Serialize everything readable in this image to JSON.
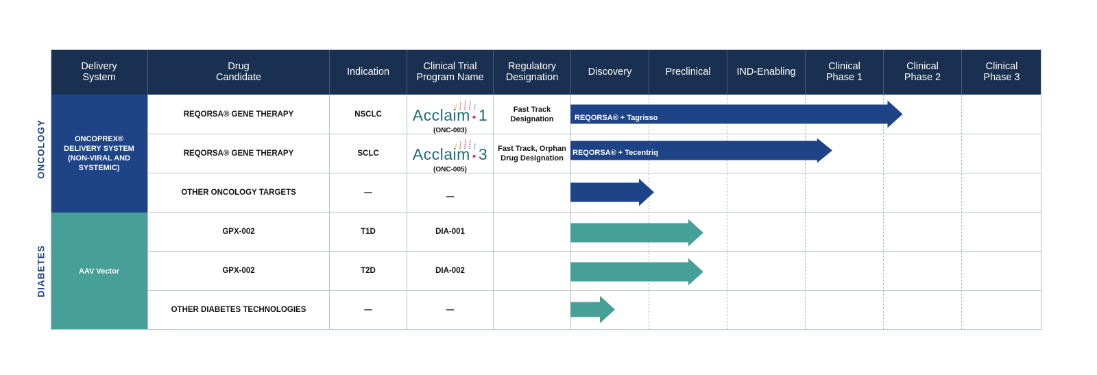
{
  "header": {
    "delivery": "Delivery\nSystem",
    "drug": "Drug\nCandidate",
    "indication": "Indication",
    "trial": "Clinical Trial\nProgram Name",
    "regulatory": "Regulatory\nDesignation",
    "discovery": "Discovery",
    "preclinical": "Preclinical",
    "ind": "IND-Enabling",
    "phase1": "Clinical\nPhase 1",
    "phase2": "Clinical\nPhase 2",
    "phase3": "Clinical\nPhase 3"
  },
  "groups": {
    "oncology": {
      "side_label": "ONCOLOGY",
      "delivery": "ONCOPREX®\nDELIVERY SYSTEM\n(NON-VIRAL AND\nSYSTEMIC)"
    },
    "diabetes": {
      "side_label": "DIABETES",
      "delivery": "AAV Vector"
    }
  },
  "rows": [
    {
      "drug": "REQORSA® GENE THERAPY",
      "indication": "NSCLC",
      "trial_logo": "Acclaim",
      "trial_num": "1",
      "trial_code": "(ONC-003)",
      "regulatory": "Fast Track\nDesignation",
      "arrow_label": "REQORSA® + Tagrisso",
      "progress_stage": 4.25
    },
    {
      "drug": "REQORSA® GENE THERAPY",
      "indication": "SCLC",
      "trial_logo": "Acclaim",
      "trial_num": "3",
      "trial_code": "(ONC-005)",
      "regulatory": "Fast Track, Orphan\nDrug Designation",
      "arrow_label": "REQORSA® + Tecentriq",
      "progress_stage": 3.35
    },
    {
      "drug": "OTHER ONCOLOGY TARGETS",
      "indication": "—",
      "trial": "—",
      "regulatory": "",
      "arrow_label": "",
      "progress_stage": 1.07
    },
    {
      "drug": "GPX-002",
      "indication": "T1D",
      "trial": "DIA-001",
      "regulatory": "",
      "arrow_label": "",
      "progress_stage": 1.7
    },
    {
      "drug": "GPX-002",
      "indication": "T2D",
      "trial": "DIA-002",
      "regulatory": "",
      "arrow_label": "",
      "progress_stage": 1.7
    },
    {
      "drug": "OTHER DIABETES TECHNOLOGIES",
      "indication": "—",
      "trial": "—",
      "regulatory": "",
      "arrow_label": "",
      "progress_stage": 0.57
    }
  ],
  "colors": {
    "header_bg": "#1a3050",
    "oncology": "#1e4386",
    "diabetes": "#47a097",
    "logo_pink": "#d0347a"
  }
}
